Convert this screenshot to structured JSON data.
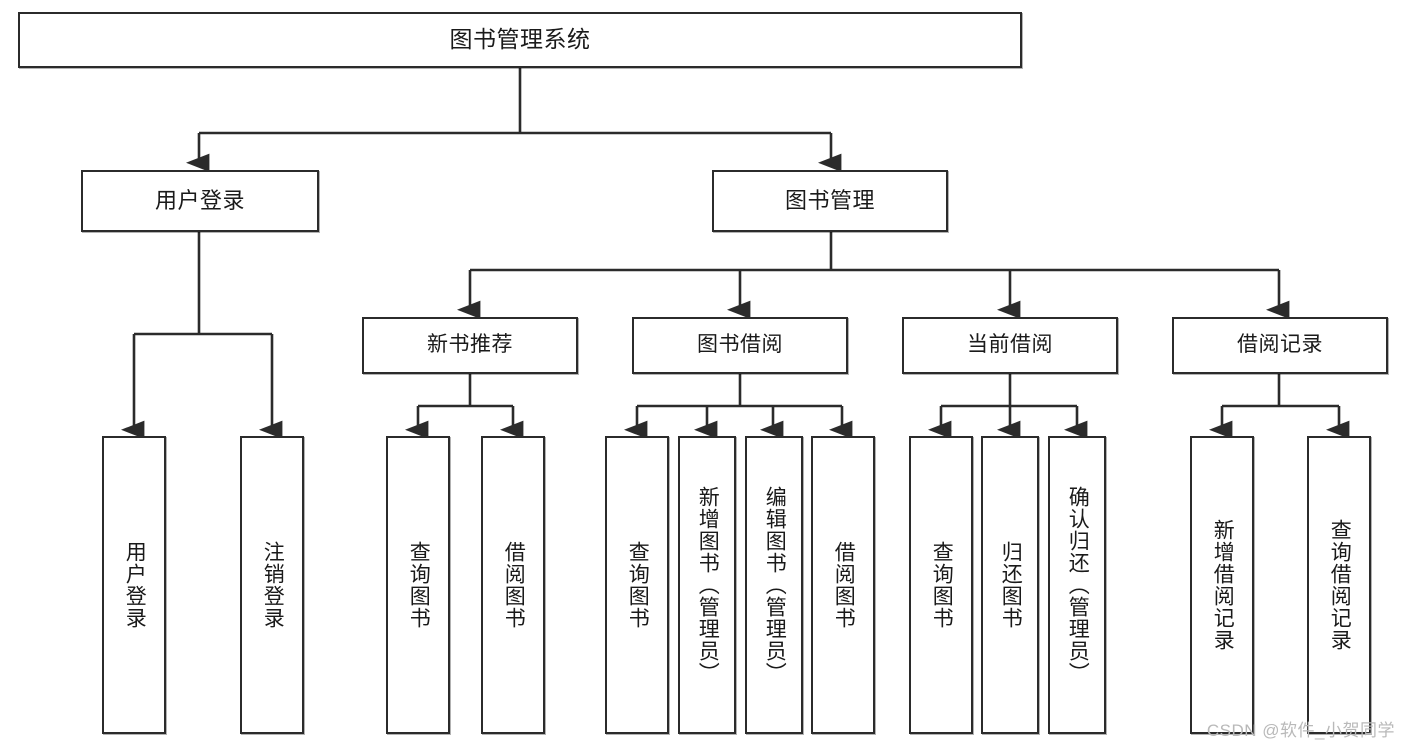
{
  "diagram": {
    "type": "tree-hierarchy",
    "title": "图书管理系统",
    "watermark": "CSDN @软件_小贺同学",
    "colors": {
      "stroke": "#2b2b2b",
      "fill": "#ffffff",
      "text": "#1a1a1a",
      "watermark": "#b9b9b9"
    },
    "nodes": {
      "root": {
        "label": "图书管理系统",
        "level": 1,
        "orientation": "horizontal"
      },
      "user_login": {
        "label": "用户登录",
        "level": 2,
        "orientation": "horizontal"
      },
      "book_manage": {
        "label": "图书管理",
        "level": 2,
        "orientation": "horizontal"
      },
      "new_book_rec": {
        "label": "新书推荐",
        "level": 3,
        "orientation": "horizontal"
      },
      "book_borrow": {
        "label": "图书借阅",
        "level": 3,
        "orientation": "horizontal"
      },
      "current_borrow": {
        "label": "当前借阅",
        "level": 3,
        "orientation": "horizontal"
      },
      "borrow_record": {
        "label": "借阅记录",
        "level": 3,
        "orientation": "horizontal"
      },
      "leaf_user_login": {
        "label": "用户登录",
        "level": 4,
        "orientation": "vertical"
      },
      "leaf_logout": {
        "label": "注销登录",
        "level": 4,
        "orientation": "vertical"
      },
      "leaf_query_book_1": {
        "label": "查询图书",
        "level": 4,
        "orientation": "vertical"
      },
      "leaf_borrow_book_1": {
        "label": "借阅图书",
        "level": 4,
        "orientation": "vertical"
      },
      "leaf_query_book_2": {
        "label": "查询图书",
        "level": 4,
        "orientation": "vertical"
      },
      "leaf_add_book": {
        "label": "新增图书（管理员）",
        "level": 4,
        "orientation": "vertical"
      },
      "leaf_edit_book": {
        "label": "编辑图书（管理员）",
        "level": 4,
        "orientation": "vertical"
      },
      "leaf_borrow_book_2": {
        "label": "借阅图书",
        "level": 4,
        "orientation": "vertical"
      },
      "leaf_query_book_3": {
        "label": "查询图书",
        "level": 4,
        "orientation": "vertical"
      },
      "leaf_return_book": {
        "label": "归还图书",
        "level": 4,
        "orientation": "vertical"
      },
      "leaf_confirm_return": {
        "label": "确认归还（管理员）",
        "level": 4,
        "orientation": "vertical"
      },
      "leaf_add_record": {
        "label": "新增借阅记录",
        "level": 4,
        "orientation": "vertical"
      },
      "leaf_query_record": {
        "label": "查询借阅记录",
        "level": 4,
        "orientation": "vertical"
      }
    },
    "edges": [
      {
        "from": "root",
        "to": "user_login"
      },
      {
        "from": "root",
        "to": "book_manage"
      },
      {
        "from": "user_login",
        "to": "leaf_user_login"
      },
      {
        "from": "user_login",
        "to": "leaf_logout"
      },
      {
        "from": "book_manage",
        "to": "new_book_rec"
      },
      {
        "from": "book_manage",
        "to": "book_borrow"
      },
      {
        "from": "book_manage",
        "to": "current_borrow"
      },
      {
        "from": "book_manage",
        "to": "borrow_record"
      },
      {
        "from": "new_book_rec",
        "to": "leaf_query_book_1"
      },
      {
        "from": "new_book_rec",
        "to": "leaf_borrow_book_1"
      },
      {
        "from": "book_borrow",
        "to": "leaf_query_book_2"
      },
      {
        "from": "book_borrow",
        "to": "leaf_add_book"
      },
      {
        "from": "book_borrow",
        "to": "leaf_edit_book"
      },
      {
        "from": "book_borrow",
        "to": "leaf_borrow_book_2"
      },
      {
        "from": "current_borrow",
        "to": "leaf_query_book_3"
      },
      {
        "from": "current_borrow",
        "to": "leaf_return_book"
      },
      {
        "from": "current_borrow",
        "to": "leaf_confirm_return"
      },
      {
        "from": "borrow_record",
        "to": "leaf_add_record"
      },
      {
        "from": "borrow_record",
        "to": "leaf_query_record"
      }
    ]
  }
}
